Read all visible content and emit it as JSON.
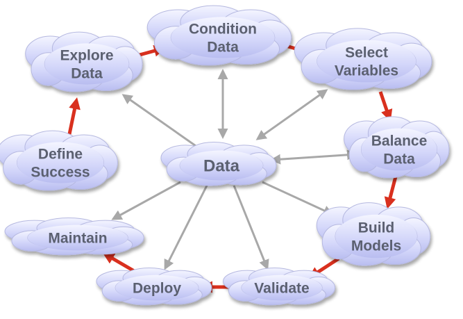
{
  "colors": {
    "cloud_fill_light": "#f4f5ff",
    "cloud_fill_dark": "#b9bdf0",
    "cloud_outline": "#b5b8e0",
    "label": "#5b6070",
    "arrow_red": "#d9301e",
    "arrow_gray": "#a8a8a8"
  },
  "nodes": {
    "condition_data": {
      "lines": [
        "Condition",
        "Data"
      ]
    },
    "explore_data": {
      "lines": [
        "Explore",
        "Data"
      ]
    },
    "select_variables": {
      "lines": [
        "Select",
        "Variables"
      ]
    },
    "define_success": {
      "lines": [
        "Define",
        "Success"
      ]
    },
    "data": {
      "lines": [
        "Data"
      ]
    },
    "balance_data": {
      "lines": [
        "Balance",
        "Data"
      ]
    },
    "build_models": {
      "lines": [
        "Build",
        "Models"
      ]
    },
    "maintain": {
      "lines": [
        "Maintain"
      ]
    },
    "deploy": {
      "lines": [
        "Deploy"
      ]
    },
    "validate": {
      "lines": [
        "Validate"
      ]
    }
  },
  "process_flow": [
    "define_success",
    "explore_data",
    "condition_data",
    "select_variables",
    "balance_data",
    "build_models",
    "validate",
    "deploy",
    "maintain"
  ],
  "hub_links": [
    {
      "node": "explore_data",
      "direction": "to-node"
    },
    {
      "node": "condition_data",
      "direction": "both"
    },
    {
      "node": "select_variables",
      "direction": "both"
    },
    {
      "node": "balance_data",
      "direction": "both"
    },
    {
      "node": "build_models",
      "direction": "to-node"
    },
    {
      "node": "validate",
      "direction": "to-node"
    },
    {
      "node": "deploy",
      "direction": "to-node"
    },
    {
      "node": "maintain",
      "direction": "to-node"
    }
  ]
}
